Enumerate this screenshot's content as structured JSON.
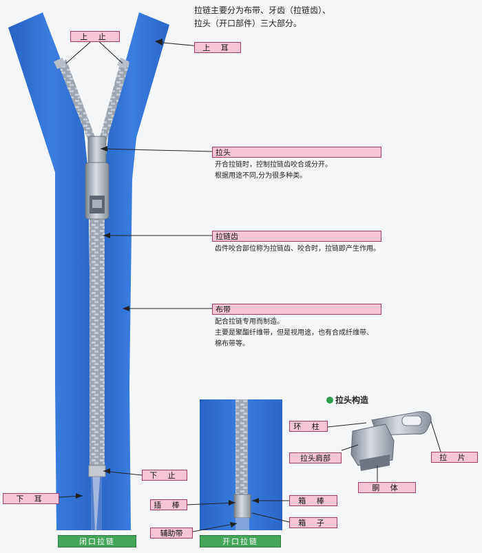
{
  "intro": {
    "line1": "拉链主要分为布带、牙齿（拉链齿）、",
    "line2": "拉头（开口部件）三大部分。"
  },
  "labels": {
    "top_stop": "上 止",
    "top_ear": "上 耳",
    "slider": "拉头",
    "teeth": "拉链齿",
    "tape": "布带",
    "bottom_stop": "下 止",
    "bottom_ear": "下 耳",
    "pin": "插 棒",
    "box_pin": "箱 棒",
    "box": "箱 子",
    "aux_tape": "辅助带",
    "ring": "环 柱",
    "shoulder": "拉头肩部",
    "pull_tab": "拉 片",
    "body": "胴 体"
  },
  "descriptions": {
    "slider_1": "开合拉链时，控制拉链齿咬合或分开。",
    "slider_2": "根据用途不同,分为很多种类。",
    "teeth_1": "齿件咬合部位称为拉链齿、咬合时，拉链即产生作用。",
    "tape_1": "配合拉链专用而制造。",
    "tape_2": "主要是聚酯纤维带，但是视用途，也有合成纤维带、",
    "tape_3": "棉布带等。"
  },
  "captions": {
    "closed": "闭口拉链",
    "open": "开口拉链"
  },
  "slider_structure_title": "拉头构造",
  "colors": {
    "tape_blue": "#2f6fd0",
    "label_pink": "#f7c6d6",
    "label_border": "#a23b66",
    "caption_green": "#45a55a",
    "metal_grey": "#9aa1ad"
  }
}
